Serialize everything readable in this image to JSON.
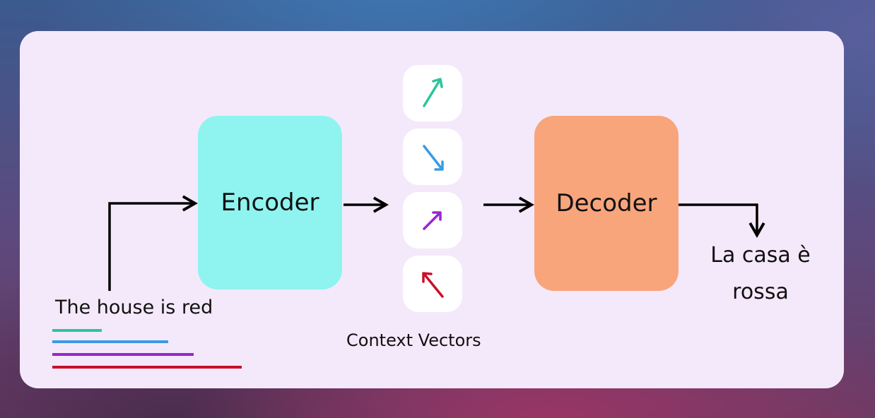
{
  "encoder": {
    "label": "Encoder",
    "color": "#8ff4f0"
  },
  "decoder": {
    "label": "Decoder",
    "color": "#f8a57c"
  },
  "input_sentence": "The house is red",
  "output_sentence": {
    "line1": "La casa è",
    "line2": "rossa"
  },
  "context_caption": "Context Vectors",
  "context_vectors": [
    {
      "icon": "arrow-up-right-icon",
      "color": "#2cc59a"
    },
    {
      "icon": "arrow-down-right-icon",
      "color": "#3a9be6"
    },
    {
      "icon": "arrow-up-right-icon",
      "color": "#9a25cf"
    },
    {
      "icon": "arrow-up-left-icon",
      "color": "#c9102a"
    }
  ],
  "token_bars": [
    {
      "color": "#2cc59a"
    },
    {
      "color": "#3a9be6"
    },
    {
      "color": "#9a25cf"
    },
    {
      "color": "#c9102a"
    }
  ],
  "colors": {
    "card": "#f4e9fa",
    "arrow": "#000000"
  }
}
